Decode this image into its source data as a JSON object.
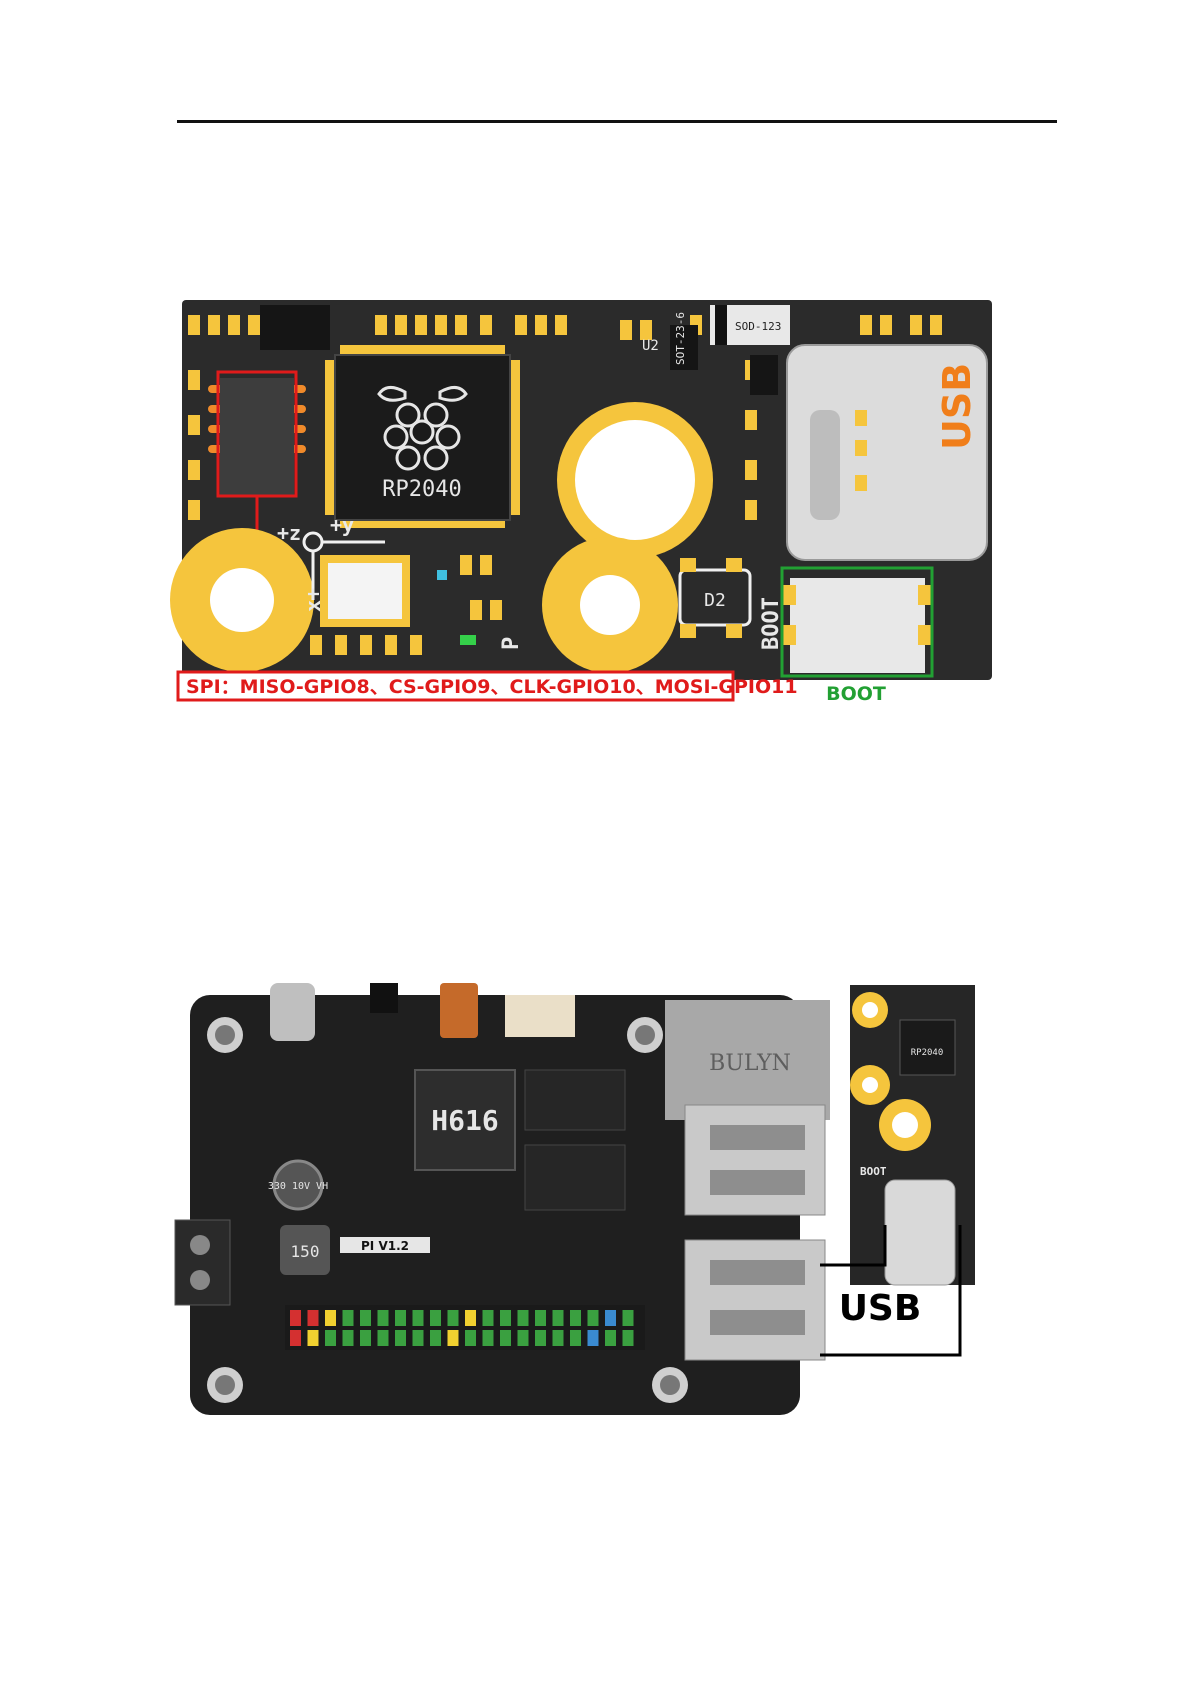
{
  "figure1": {
    "chip_label": "RP2040",
    "spi_label": "SPI：MISO-GPIO8、CS-GPIO9、CLK-GPIO10、MOSI-GPIO11",
    "boot_label": "BOOT",
    "usb_label": "USB",
    "silk": {
      "boot": "BOOT",
      "d2": "D2",
      "u2": "U2",
      "sot": "SOT-23-6",
      "sod": "SOD-123",
      "axis_z": "+z",
      "axis_y": "+y",
      "axis_x": "x+",
      "p": "P"
    }
  },
  "figure2": {
    "soc_label": "H616",
    "usb_label": "USB",
    "rj45_text": "BULYN",
    "board_version": "PI V1.2",
    "cap_text": "330 10V VH",
    "inductor_text": "150",
    "mini_chip": "RP2040",
    "mini_boot": "BOOT"
  },
  "colors": {
    "pcb": "#2a2a2a",
    "gold": "#f5c53d",
    "spi_box": "#e01b1b",
    "boot_box": "#22a033",
    "usb_orange": "#f07e1a"
  }
}
